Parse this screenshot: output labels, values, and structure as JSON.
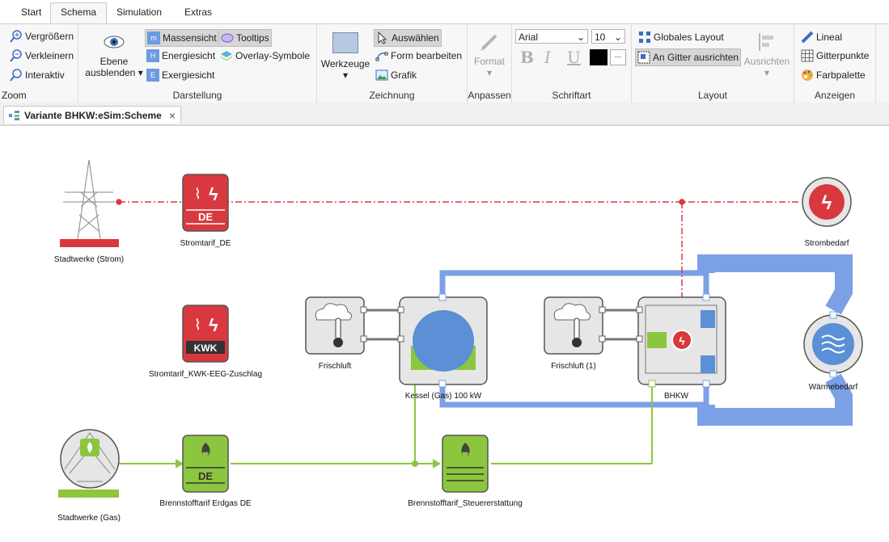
{
  "tabs": [
    "Start",
    "Schema",
    "Simulation",
    "Extras"
  ],
  "ribbon": {
    "zoom": {
      "label": "Zoom",
      "items": [
        "Vergrößern",
        "Verkleinern",
        "Interaktiv"
      ]
    },
    "darstellung": {
      "label": "Darstellung",
      "ebene_line1": "Ebene",
      "ebene_line2": "ausblenden",
      "items": [
        "Massensicht",
        "Energiesicht",
        "Exergiesicht",
        "Tooltips",
        "Overlay-Symbole"
      ]
    },
    "zeichnung": {
      "label": "Zeichnung",
      "werkzeuge": "Werkzeuge",
      "items": [
        "Auswählen",
        "Form bearbeiten",
        "Grafik"
      ]
    },
    "anpassen": {
      "label": "Anpassen",
      "format": "Format"
    },
    "schriftart": {
      "label": "Schriftart",
      "font": "Arial",
      "size": "10",
      "more": "..."
    },
    "layout": {
      "label": "Layout",
      "items": [
        "Globales Layout",
        "An Gitter ausrichten"
      ],
      "ausrichten": "Ausrichten"
    },
    "anzeigen": {
      "label": "Anzeigen",
      "items": [
        "Lineal",
        "Gitterpunkte",
        "Farbpalette"
      ]
    }
  },
  "document_tab": {
    "title": "Variante BHKW:eSim:Scheme"
  },
  "diagram": {
    "nodes": {
      "stadtwerke_strom": "Stadtwerke (Strom)",
      "stromtarif_de": "Stromtarif_DE",
      "stromtarif_kwk": "Stromtarif_KWK-EEG-Zuschlag",
      "strombedarf": "Strombedarf",
      "frischluft": "Frischluft",
      "kessel": "Kessel (Gas) 100 kW",
      "frischluft1": "Frischluft (1)",
      "bhkw": "BHKW",
      "waermebedarf": "Wärmebedarf",
      "stadtwerke_gas": "Stadtwerke (Gas)",
      "brennstofftarif": "Brennstofftarif Erdgas DE",
      "steuererstattung": "Brennstofftarif_Steuererstattung"
    },
    "badges": {
      "de": "DE",
      "kwk": "KWK"
    }
  },
  "colors": {
    "electric": "#d9393e",
    "gas": "#8cc63f",
    "heat": "#7ba0e6",
    "node_bg": "#e6e6e6"
  }
}
